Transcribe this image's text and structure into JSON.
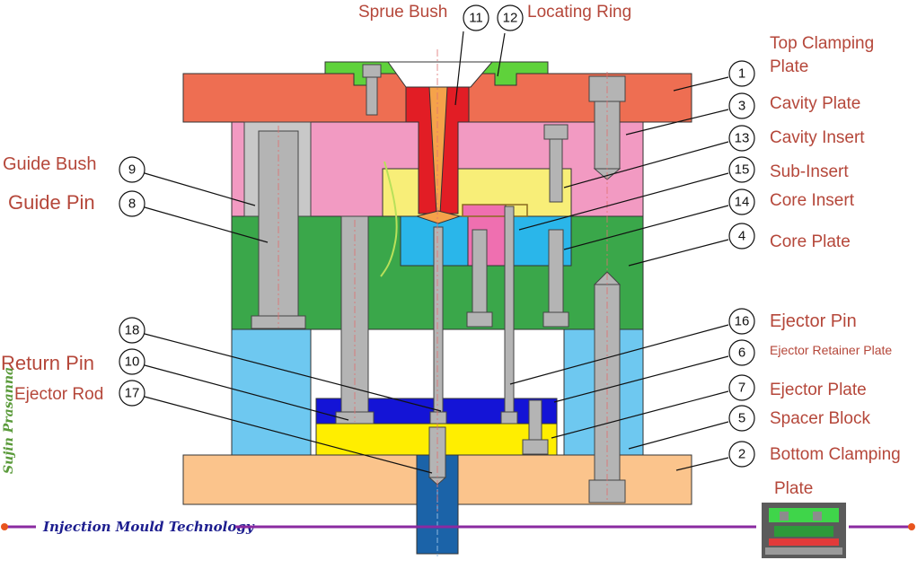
{
  "labels": {
    "sprue_bush": "Sprue Bush",
    "locating_ring": "Locating Ring",
    "top_clamping_1": "Top Clamping",
    "top_clamping_2": "Plate",
    "cavity_plate": "Cavity Plate",
    "cavity_insert": "Cavity Insert",
    "sub_insert": "Sub-Insert",
    "core_insert": "Core Insert",
    "core_plate": "Core Plate",
    "ejector_pin": "Ejector Pin",
    "ejector_retainer_plate": "Ejector Retainer Plate",
    "ejector_plate": "Ejector Plate",
    "spacer_block": "Spacer Block",
    "bottom_clamping_1": "Bottom Clamping",
    "bottom_clamping_2": "Plate",
    "guide_bush": "Guide Bush",
    "guide_pin": "Guide Pin",
    "return_pin": "Return Pin",
    "ejector_rod": "Ejector Rod"
  },
  "numbers": {
    "n1": "1",
    "n2": "2",
    "n3": "3",
    "n4": "4",
    "n5": "5",
    "n6": "6",
    "n7": "7",
    "n8": "8",
    "n9": "9",
    "n10": "10",
    "n11": "11",
    "n12": "12",
    "n13": "13",
    "n14": "14",
    "n15": "15",
    "n16": "16",
    "n17": "17",
    "n18": "18"
  },
  "footer": {
    "title": "Injection Mould Technology",
    "signature": "Sujin Prasanna"
  },
  "colors": {
    "top_clamping_plate": "#ee6e52",
    "cavity_plate": "#f29ac2",
    "cavity_insert": "#f8ee78",
    "core_plate": "#3aa74a",
    "core_insert": "#2ab6ea",
    "sub_insert": "#ef6fb0",
    "sprue_bush": "#e21d25",
    "locating_ring": "#5fd23b",
    "spacer_block": "#6ec8f0",
    "ejector_retainer_plate": "#1414d6",
    "ejector_plate": "#ffee00",
    "bottom_clamping_plate": "#fbc48c",
    "ejector_rod": "#1b63a8",
    "pins": "#b4b4b4",
    "label_text": "#b5473a",
    "footer_text": "#1d1e8f",
    "footer_line": "#8a2aa0"
  }
}
